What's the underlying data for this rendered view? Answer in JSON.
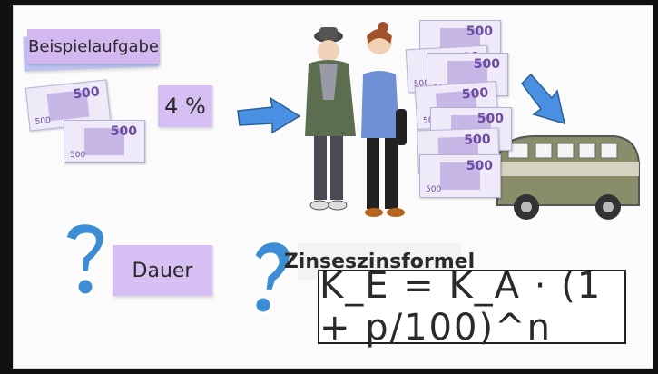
{
  "lesson": {
    "title": "Beispielaufgabe",
    "rate": "4 %",
    "duration_label": "Dauer",
    "formula_label": "Zinseszinsformel",
    "formula": "K_E = K_A · (1 + p/100)^n"
  },
  "banknotes": {
    "denomination": "500",
    "count_left": 2,
    "count_right": 7
  },
  "icons": [
    "question-mark-icon",
    "arrow-right-icon",
    "arrow-down-right-icon",
    "people-illustration",
    "van-illustration"
  ],
  "colors": {
    "card_lilac": "#d6bff2",
    "card_blue": "#bdc2f0",
    "arrow_blue": "#4a90e2",
    "question_blue": "#3b8ed6",
    "van_green": "#8a8d6a"
  }
}
